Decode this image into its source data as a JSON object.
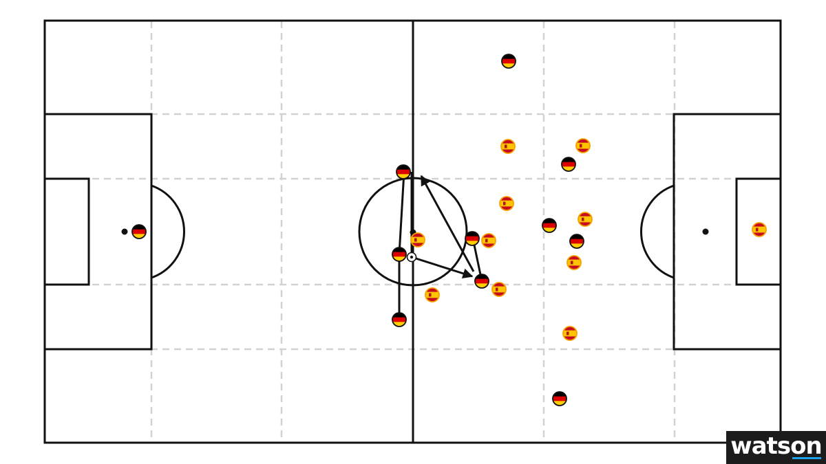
{
  "logo": {
    "text": "watson",
    "accent": "#1aa3e8"
  },
  "colors": {
    "line": "#111111",
    "grid": "#d2d2d2",
    "germany": [
      "#000000",
      "#dd0000",
      "#ffce00"
    ],
    "spain": [
      "#c60b1e",
      "#ffc400",
      "#c60b1e"
    ]
  },
  "teams": [
    "germany",
    "spain"
  ]
}
